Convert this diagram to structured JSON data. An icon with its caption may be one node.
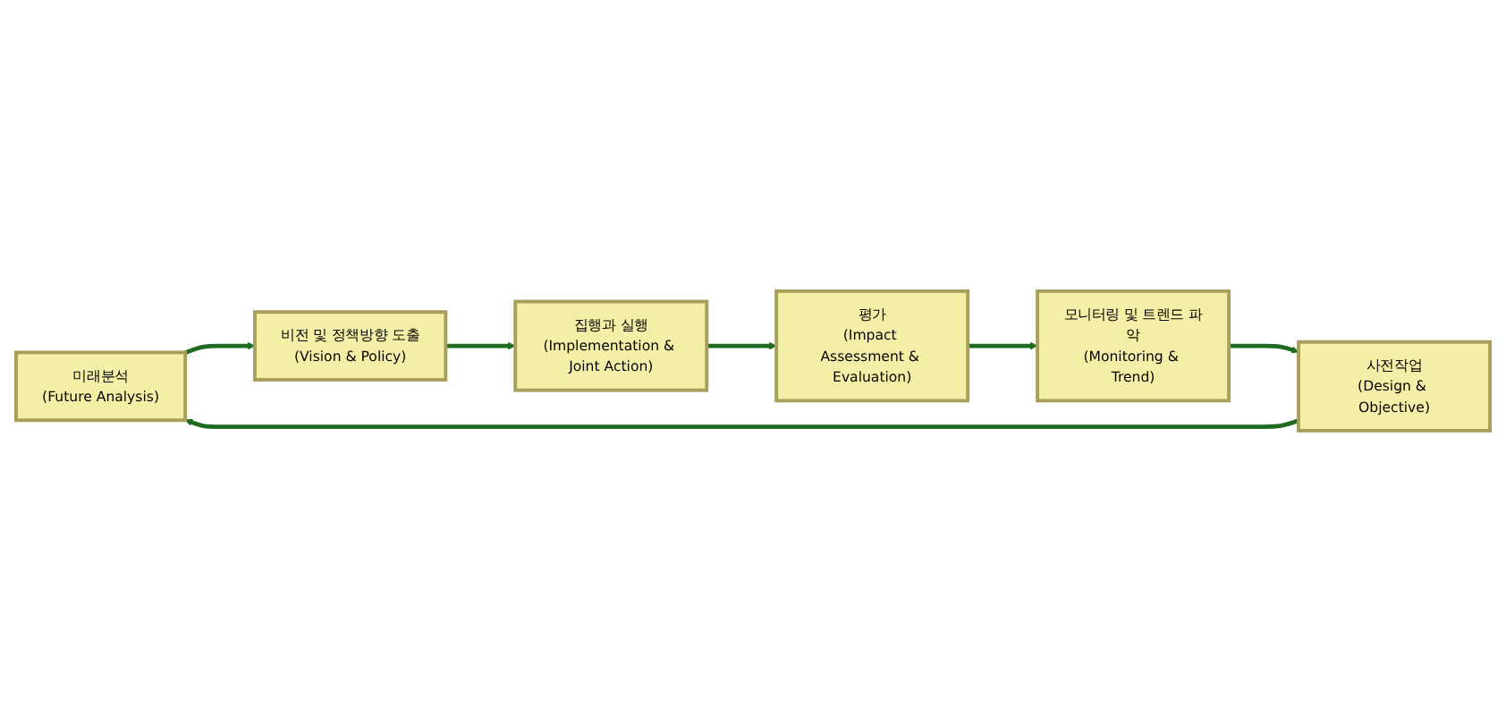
{
  "diagram": {
    "nodes": [
      {
        "text": [
          "미래분석",
          "(Future Analysis)"
        ]
      },
      {
        "text": [
          "비전 및 정책방향 도출",
          "(Vision & Policy)"
        ]
      },
      {
        "text": [
          "집행과 실행",
          "(Implementation & Joint Action)"
        ]
      },
      {
        "text": [
          "사전작업",
          "(Design & Objective)"
        ]
      },
      {
        "text": [
          "모니터링 및 트렌드 파악",
          "(Monitoring & Trend)"
        ]
      },
      {
        "text": [
          "평가",
          "(Impact Assessment & Evaluation)"
        ]
      }
    ],
    "edges": [
      {
        "from": 0,
        "to": 1,
        "arrow": "to"
      },
      {
        "from": 1,
        "to": 2,
        "arrow": "to"
      },
      {
        "from": 2,
        "to": 5,
        "arrow": "to"
      },
      {
        "from": 5,
        "to": 4,
        "arrow": "to"
      },
      {
        "from": 4,
        "to": 3,
        "arrow": "to"
      },
      {
        "from": 3,
        "to": 0,
        "arrow": "to"
      }
    ]
  }
}
